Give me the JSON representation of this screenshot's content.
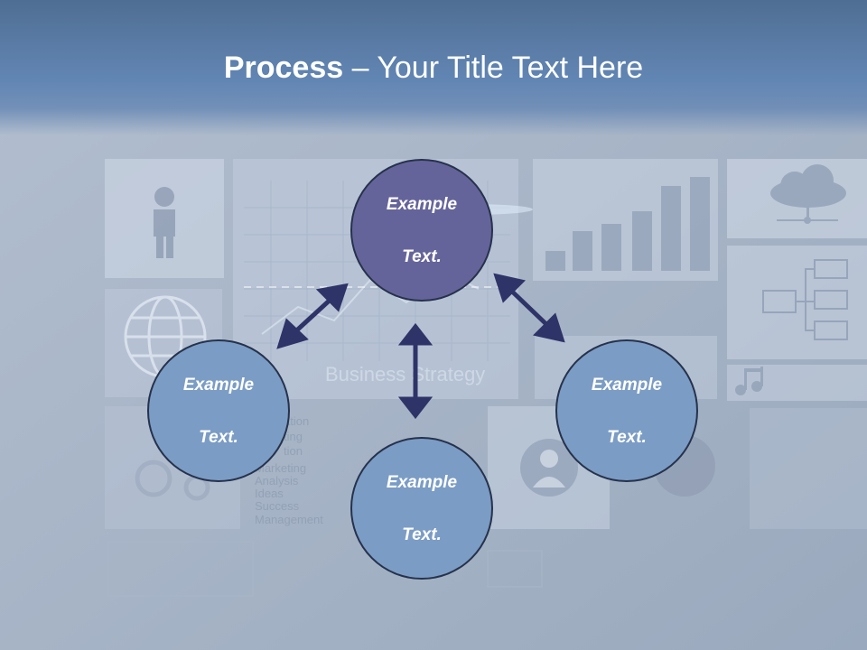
{
  "title": {
    "bold": "Process",
    "rest": " – Your Title Text Here"
  },
  "background_words": {
    "business_strategy": "Business Strategy",
    "list": [
      "ation",
      "ting",
      "tion",
      "Marketing",
      "Analysis",
      "Ideas",
      "Success",
      "Management"
    ]
  },
  "nodes": {
    "top": {
      "line1": "Example",
      "line2": "Text."
    },
    "left": {
      "line1": "Example",
      "line2": "Text."
    },
    "right": {
      "line1": "Example",
      "line2": "Text."
    },
    "bottom": {
      "line1": "Example",
      "line2": "Text."
    }
  },
  "colors": {
    "header": "#5b7ca8",
    "top_node": "#65649a",
    "other_nodes": "#7b9cc4",
    "arrows": "#2e3468"
  }
}
